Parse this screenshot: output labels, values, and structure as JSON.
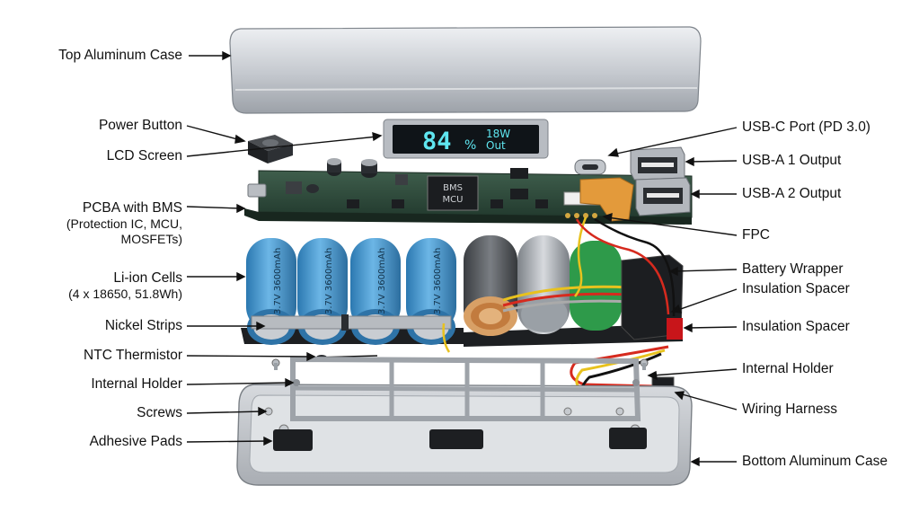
{
  "labels_left": {
    "top_case": "Top Aluminum Case",
    "power_button": "Power Button",
    "lcd_screen": "LCD Screen",
    "pcba_line1": "PCBA with BMS",
    "pcba_line2": "(Protection IC, MCU,",
    "pcba_line3": "MOSFETs)",
    "cells_line1": "Li-ion Cells",
    "cells_line2": "(4 x 18650, 51.8Wh)",
    "nickel_strips": "Nickel Strips",
    "ntc": "NTC Thermistor",
    "internal_holder": "Internal Holder",
    "screws": "Screws",
    "adhesive_pads": "Adhesive Pads"
  },
  "labels_right": {
    "usbc": "USB-C Port (PD 3.0)",
    "usba1": "USB-A 1 Output",
    "usba2": "USB-A 2 Output",
    "fpc": "FPC",
    "battery_wrapper": "Battery Wrapper",
    "insulation_spacer_1": "Insulation Spacer",
    "insulation_spacer_2": "Insulation Spacer",
    "internal_holder": "Internal Holder",
    "wiring_harness": "Wiring Harness",
    "bottom_case": "Bottom Aluminum Case"
  },
  "lcd": {
    "percent": "84",
    "percent_sign": "%",
    "power": "18W",
    "mode": "Out"
  },
  "pcb_chip": {
    "line1": "BMS",
    "line2": "MCU"
  },
  "cell_print": "3.7V 3600mAh",
  "colors": {
    "aluminum": "#c9ccd1",
    "pcb": "#2f4a3c",
    "cell_blue": "#3f95cf",
    "lcd_text": "#5fe6f0",
    "wire_red": "#d62a1e",
    "wire_yellow": "#e8c21e"
  }
}
